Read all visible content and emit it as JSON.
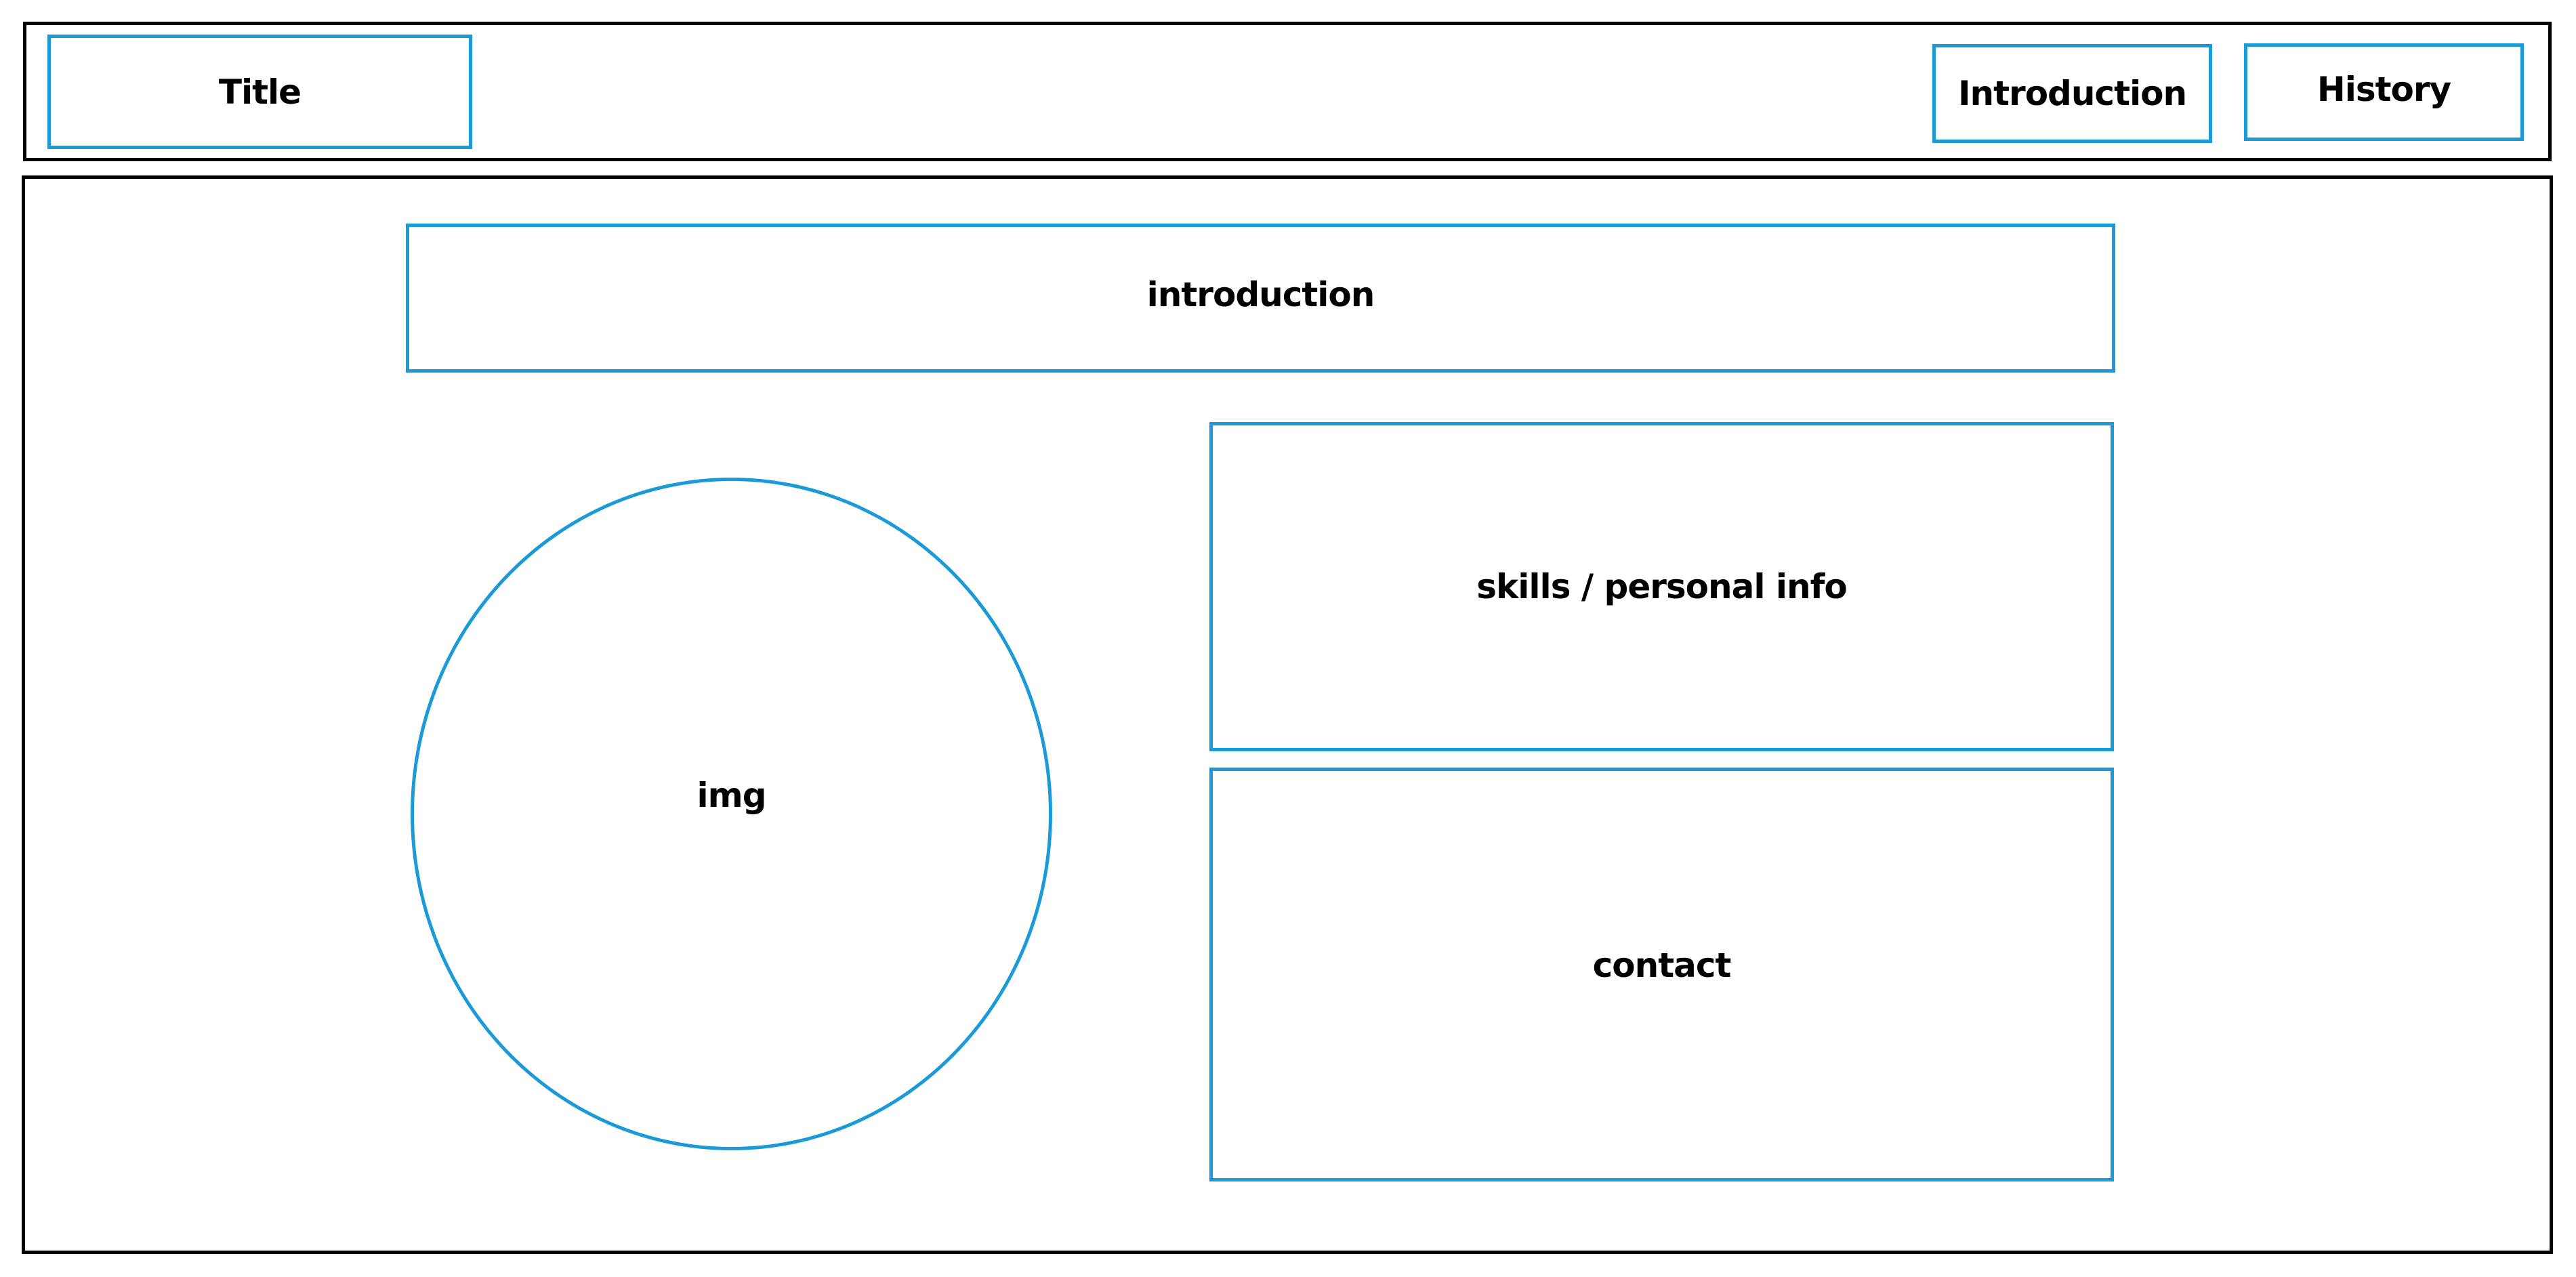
{
  "header": {
    "title": "Title",
    "nav": {
      "introduction": "Introduction",
      "history": "History"
    }
  },
  "main": {
    "banner": "introduction",
    "image_placeholder": "img",
    "skills": "skills / personal info",
    "contact": "contact"
  },
  "colors": {
    "wireframe_box": "#1a9ad6",
    "frame": "#000000"
  }
}
